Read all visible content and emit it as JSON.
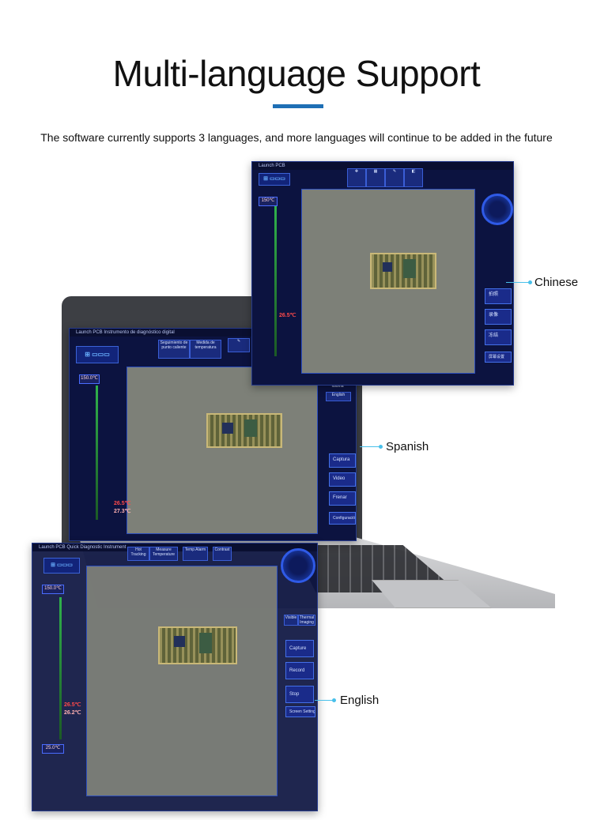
{
  "header": {
    "title": "Multi-language Support",
    "subtitle": "The software currently supports 3 languages, and more languages will continue to be added in the future"
  },
  "windows": {
    "chinese": {
      "label": "Chinese",
      "app_title": "Launch PCB",
      "temp_top": "150℃",
      "temp_hot": "26.5℃",
      "sidebar_buttons": [
        "拍照",
        "录像",
        "冻结"
      ],
      "bottom_label": "屏幕设置"
    },
    "spanish": {
      "label": "Spanish",
      "app_title": "Launch PCB Instrumento de diagnóstico digital",
      "toolbar": [
        "Seguimiento de punto caliente",
        "Medida de temperatura"
      ],
      "temp_top": "150.0℃",
      "temp_hot": "26.5℃",
      "temp_low": "27.3℃",
      "lang_label": "Idioma",
      "lang_value": "English",
      "sidebar_buttons": [
        "Captura",
        "Video",
        "Frenar",
        "Configuración"
      ]
    },
    "english": {
      "label": "English",
      "app_title": "Launch PCB Quick Diagnostic Instrument",
      "toolbar": [
        "Hot Tracking",
        "Measure Temperature",
        "Temp Alarm",
        "Contrast"
      ],
      "temp_top": "150.0℃",
      "temp_bottom": "25.0℃",
      "temp_hot": "26.5℃",
      "temp_low": "26.2℃",
      "sidebar_buttons": [
        "Capture",
        "Record",
        "Stop",
        "Screen Setting"
      ],
      "mode_labels": [
        "Visible",
        "Thermal Imaging"
      ]
    }
  },
  "colors": {
    "accent": "#1e6fb5",
    "callout": "#49c0ea",
    "app_bg": "#0c1340"
  }
}
